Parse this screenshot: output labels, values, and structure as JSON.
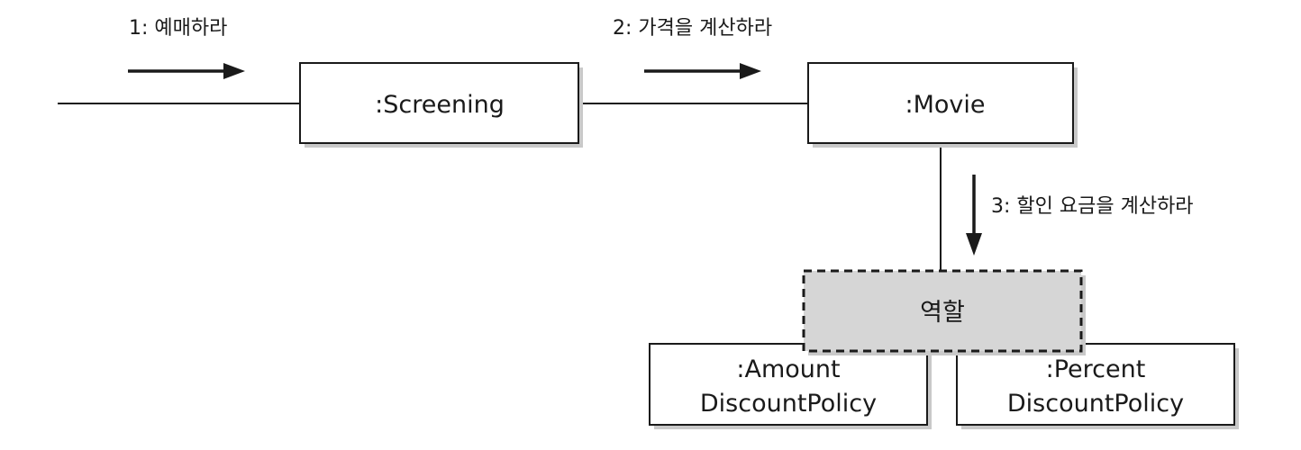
{
  "objects": {
    "screening": ":Screening",
    "movie": ":Movie",
    "role": "역할",
    "amount_line1": ":Amount",
    "amount_line2": "DiscountPolicy",
    "percent_line1": ":Percent",
    "percent_line2": "DiscountPolicy"
  },
  "messages": {
    "msg1": "1: 예매하라",
    "msg2": "2: 가격을 계산하라",
    "msg3": "3: 할인 요금을 계산하라"
  }
}
